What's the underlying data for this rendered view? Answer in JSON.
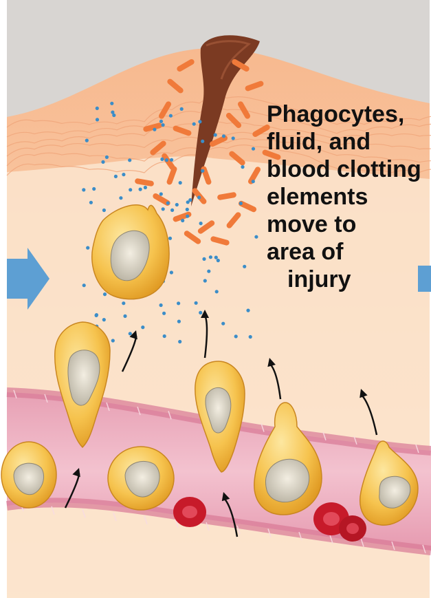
{
  "caption": {
    "lines": [
      "Phagocytes,",
      "fluid, and",
      "blood clotting",
      "elements",
      "move to",
      "area of",
      "injury"
    ]
  },
  "colors": {
    "skin": "#f9d3ae",
    "vessel": "#e7a0b4",
    "phagocyte": "#f6c34e",
    "red_blood_cell": "#c71a2a",
    "clot": "#7b3a22",
    "platelet": "#f07a3a",
    "fluid": "#3b8dc8",
    "process_arrow": "#5d9fd3"
  },
  "icons": [
    "right-arrow-icon",
    "process-arrow-icon"
  ]
}
